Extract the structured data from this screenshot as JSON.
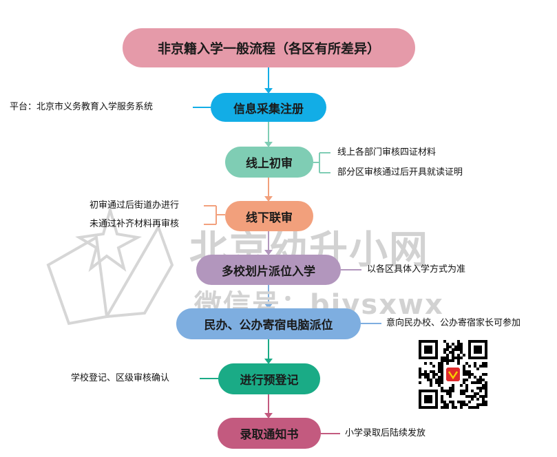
{
  "title": "非京籍入学一般流程（各区有所差异）",
  "steps": [
    {
      "label": "信息采集注册",
      "color": "#12ade6"
    },
    {
      "label": "线上初审",
      "color": "#7fcdb4"
    },
    {
      "label": "线下联审",
      "color": "#f2a07c"
    },
    {
      "label": "多校划片派位入学",
      "color": "#b296bd"
    },
    {
      "label": "民办、公办寄宿电脑派位",
      "color": "#7eaee0"
    },
    {
      "label": "进行预登记",
      "color": "#1aab86"
    },
    {
      "label": "录取通知书",
      "color": "#c35a7f"
    }
  ],
  "title_color": "#e59aa9",
  "notes": {
    "platform": "平台：北京市义务教育入学服务系统",
    "online_1": "线上各部门审核四证材料",
    "online_2": "部分区审核通过后开具就读证明",
    "offline_1": "初审通过后街道办进行",
    "offline_2": "未通过补齐材料再审核",
    "lottery": "以各区具体入学方式为准",
    "computer": "意向民办校、公办寄宿家长可参加",
    "prereg": "学校登记、区级审核确认",
    "admit": "小学录取后陆续发放"
  },
  "watermark": {
    "line1": "北京幼升小网",
    "line2": "微信号：bjysxwx"
  }
}
